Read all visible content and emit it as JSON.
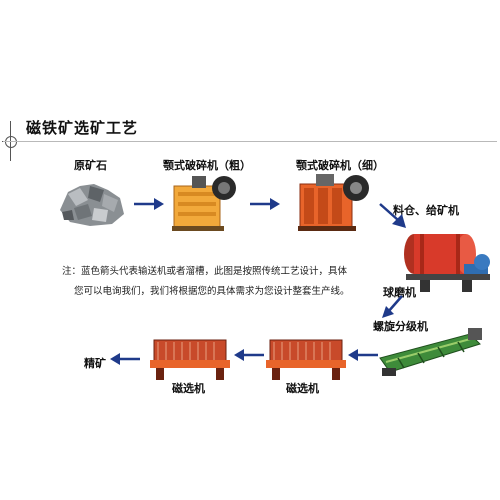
{
  "title": "磁铁矿选矿工艺",
  "labels": {
    "raw_ore": "原矿石",
    "jaw_coarse": "颚式破碎机（粗）",
    "jaw_fine": "颚式破碎机（细）",
    "feeder": "料仓、给矿机",
    "ball_mill": "球磨机",
    "classifier": "螺旋分级机",
    "magsep_right": "磁选机",
    "magsep_left": "磁选机",
    "concentrate": "精矿"
  },
  "note": {
    "line1": "注：蓝色箭头代表输送机或者溜槽，此图是按照传统工艺设计，具体",
    "line2": "您可以电询我们，我们将根据您的具体需求为您设计整套生产线。"
  },
  "colors": {
    "arrow": "#1f3a8a",
    "machine_orange": "#e8642a",
    "machine_yellow": "#f2a93b",
    "classifier_green": "#3e8b3a",
    "mill_red": "#d83a2a"
  }
}
